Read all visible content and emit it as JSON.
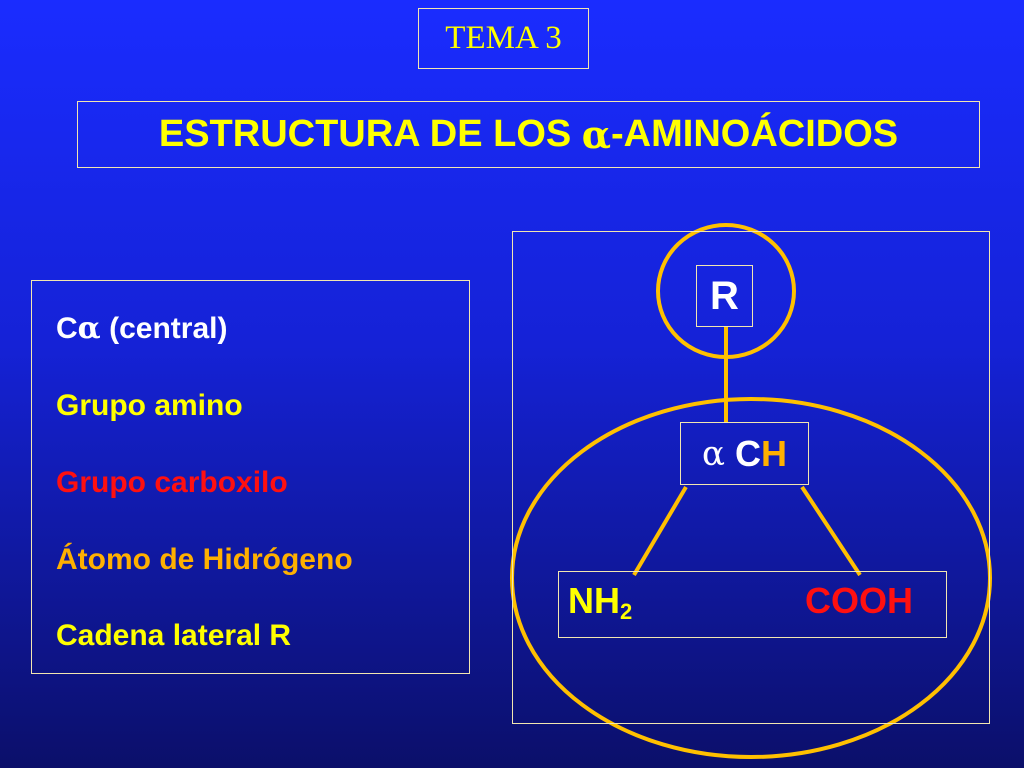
{
  "header": {
    "topic": "TEMA 3",
    "title_prefix": "ESTRUCTURA DE LOS ",
    "title_symbol": "α",
    "title_suffix": "-AMINOÁCIDOS"
  },
  "legend": {
    "items": [
      {
        "text_main": "C",
        "text_symbol": "α",
        "text_rest": " (central)",
        "color": "#ffffff"
      },
      {
        "text_main": "Grupo amino",
        "text_symbol": "",
        "text_rest": "",
        "color": "#ffff00"
      },
      {
        "text_main": "Grupo carboxilo",
        "text_symbol": "",
        "text_rest": "",
        "color": "#ff1010"
      },
      {
        "text_main": "Átomo de Hidrógeno",
        "text_symbol": "",
        "text_rest": "",
        "color": "#ffb000"
      },
      {
        "text_main": "Cadena lateral R",
        "text_symbol": "",
        "text_rest": "",
        "color": "#ffff00"
      }
    ]
  },
  "diagram": {
    "r_label": "R",
    "alpha_symbol": "α",
    "c_label": "C",
    "h_label": "H",
    "amino_label": "NH",
    "amino_subscript": "2",
    "carboxyl_label": "COOH"
  },
  "colors": {
    "background": "#1a2cff",
    "heading": "#ffff00",
    "line": "#ffc000",
    "box_border": "#f2e6b0",
    "carbon": "#ffffff",
    "hydrogen": "#ffb000",
    "amino": "#ffff00",
    "carboxyl": "#ff1010",
    "side_chain": "#ffffff"
  }
}
